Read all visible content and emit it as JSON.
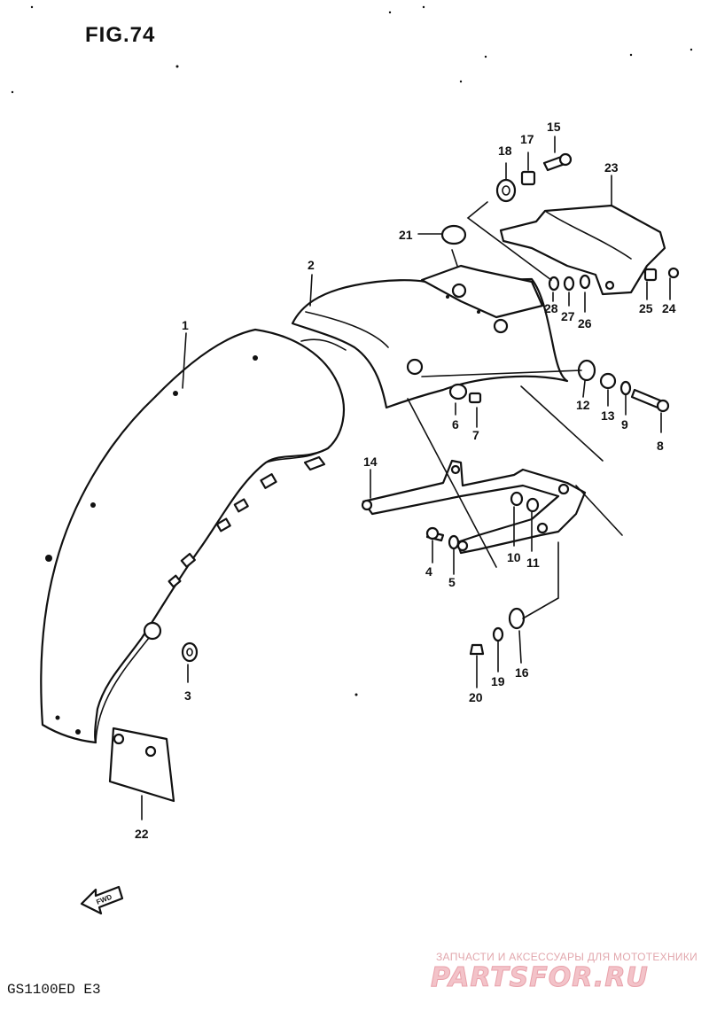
{
  "figure": {
    "title": "FIG.74",
    "model": "GS1100ED  E3"
  },
  "callouts": [
    "1",
    "2",
    "3",
    "4",
    "5",
    "6",
    "7",
    "8",
    "9",
    "10",
    "11",
    "12",
    "13",
    "14",
    "15",
    "16",
    "17",
    "18",
    "19",
    "20",
    "21",
    "22",
    "23",
    "24",
    "25",
    "26",
    "27",
    "28"
  ],
  "front_arrow_text": "FWD",
  "watermark": {
    "caption": "ЗАПЧАСТИ И АКСЕССУАРЫ ДЛЯ МОТОТЕХНИКИ",
    "logo": "PARTSFOR.RU"
  },
  "colors": {
    "ink": "#111111",
    "paper": "#ffffff",
    "watermark": "#e2a7ad"
  }
}
